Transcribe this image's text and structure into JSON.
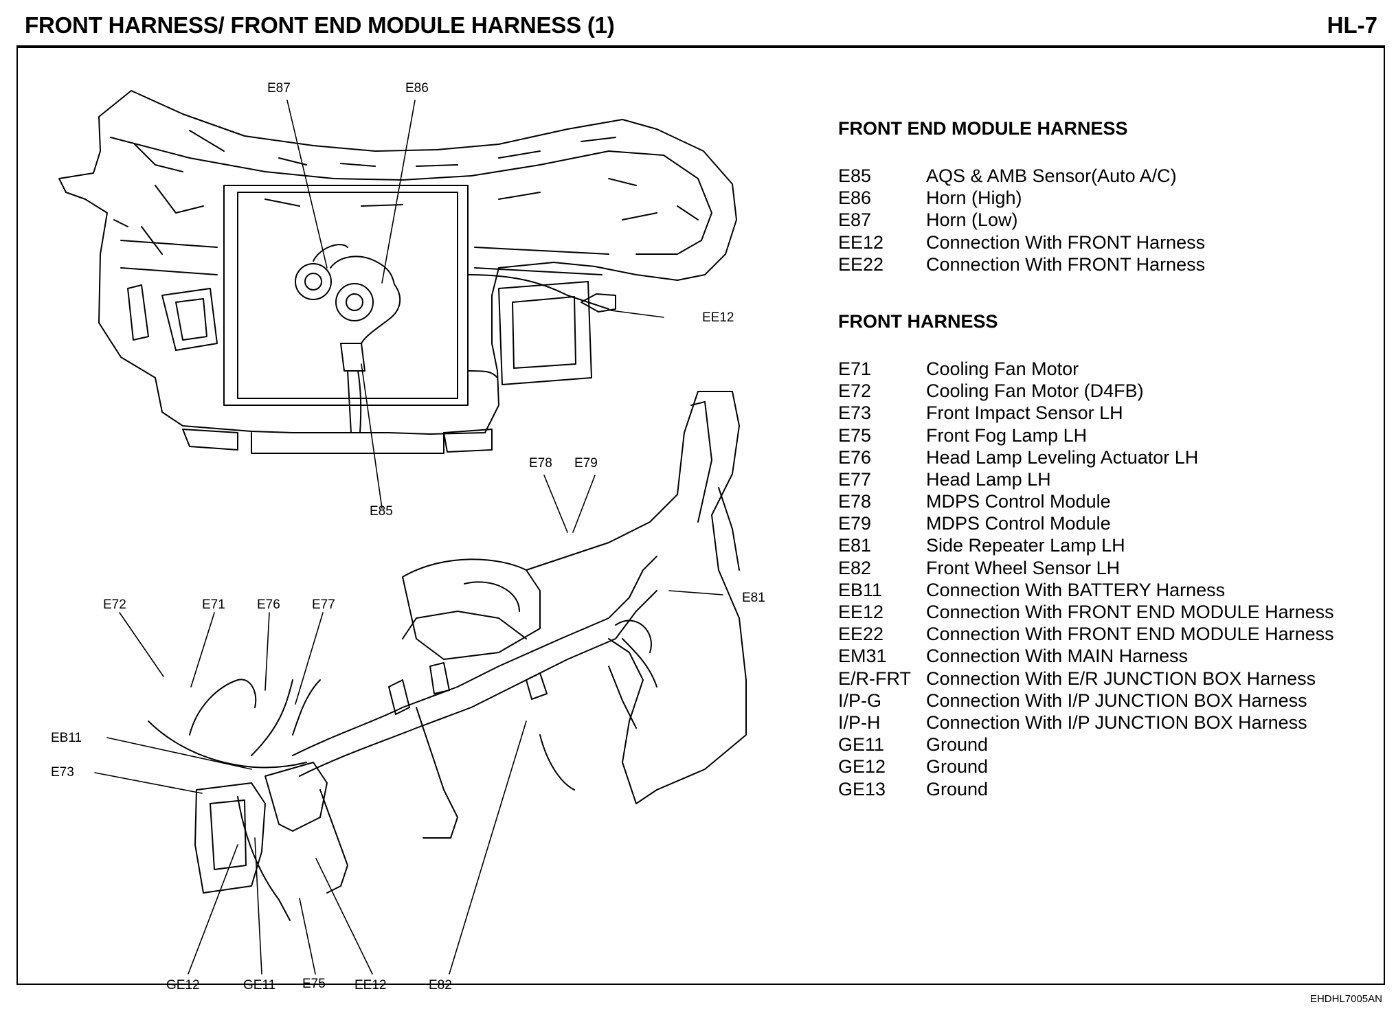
{
  "header": {
    "title": "FRONT HARNESS/ FRONT END MODULE HARNESS (1)",
    "page_code": "HL-7"
  },
  "legend": {
    "front_end_module": {
      "heading": "FRONT END MODULE HARNESS",
      "items": [
        {
          "code": "E85",
          "desc": "AQS & AMB Sensor(Auto A/C)"
        },
        {
          "code": "E86",
          "desc": "Horn (High)"
        },
        {
          "code": "E87",
          "desc": "Horn (Low)"
        },
        {
          "code": "EE12",
          "desc": "Connection With FRONT Harness"
        },
        {
          "code": "EE22",
          "desc": "Connection With FRONT Harness"
        }
      ]
    },
    "front": {
      "heading": "FRONT HARNESS",
      "items": [
        {
          "code": "E71",
          "desc": "Cooling Fan Motor"
        },
        {
          "code": "E72",
          "desc": "Cooling Fan Motor (D4FB)"
        },
        {
          "code": "E73",
          "desc": "Front Impact Sensor LH"
        },
        {
          "code": "E75",
          "desc": "Front Fog Lamp LH"
        },
        {
          "code": "E76",
          "desc": "Head Lamp Leveling Actuator LH"
        },
        {
          "code": "E77",
          "desc": "Head Lamp LH"
        },
        {
          "code": "E78",
          "desc": "MDPS Control Module"
        },
        {
          "code": "E79",
          "desc": "MDPS Control Module"
        },
        {
          "code": "E81",
          "desc": "Side Repeater Lamp LH"
        },
        {
          "code": "E82",
          "desc": "Front Wheel Sensor LH"
        },
        {
          "code": "EB11",
          "desc": "Connection With BATTERY Harness"
        },
        {
          "code": "EE12",
          "desc": "Connection With FRONT END MODULE Harness"
        },
        {
          "code": "EE22",
          "desc": "Connection With FRONT END MODULE Harness"
        },
        {
          "code": "EM31",
          "desc": "Connection With MAIN Harness"
        },
        {
          "code": "E/R-FRT",
          "desc": "Connection With E/R JUNCTION BOX Harness"
        },
        {
          "code": "I/P-G",
          "desc": "Connection With I/P JUNCTION BOX Harness"
        },
        {
          "code": "I/P-H",
          "desc": "Connection With I/P JUNCTION BOX Harness"
        },
        {
          "code": "GE11",
          "desc": "Ground"
        },
        {
          "code": "GE12",
          "desc": "Ground"
        },
        {
          "code": "GE13",
          "desc": "Ground"
        }
      ]
    }
  },
  "callouts": {
    "e87": "E87",
    "e86": "E86",
    "ee12_top": "EE12",
    "e85": "E85",
    "e78": "E78",
    "e79": "E79",
    "e81": "E81",
    "e72": "E72",
    "e71": "E71",
    "e76": "E76",
    "e77": "E77",
    "eb11": "EB11",
    "e73": "E73",
    "ge12": "GE12",
    "ge11": "GE11",
    "e75": "E75",
    "ee12_bottom": "EE12",
    "e82": "E82"
  },
  "footer": {
    "doc_code": "EHDHL7005AN"
  }
}
